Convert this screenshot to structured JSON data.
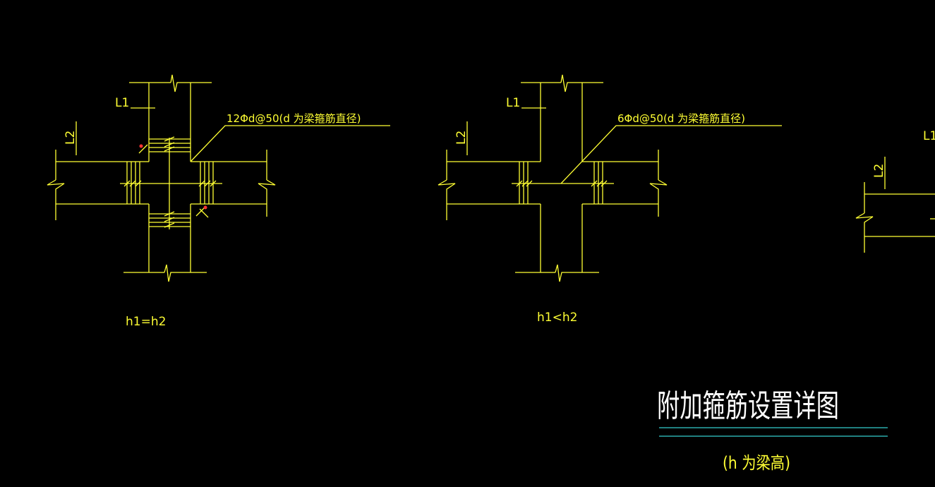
{
  "detail1": {
    "label_l1": "L1",
    "label_l2": "L2",
    "callout": "12Φd@50(d 为梁箍筋直径)",
    "caption": "h1=h2"
  },
  "detail2": {
    "label_l1": "L1",
    "label_l2": "L2",
    "callout": "6Φd@50(d 为梁箍筋直径)",
    "caption": "h1<h2"
  },
  "detail3": {
    "label_l1": "L1",
    "label_l2": "L2"
  },
  "title_block": {
    "title": "附加箍筋设置详图",
    "note": "(h 为梁高)"
  },
  "colors": {
    "background": "#000000",
    "linework": "#ffff33",
    "title_text": "#ffffff",
    "title_underline": "#33cccc",
    "marker": "#ff3333"
  }
}
